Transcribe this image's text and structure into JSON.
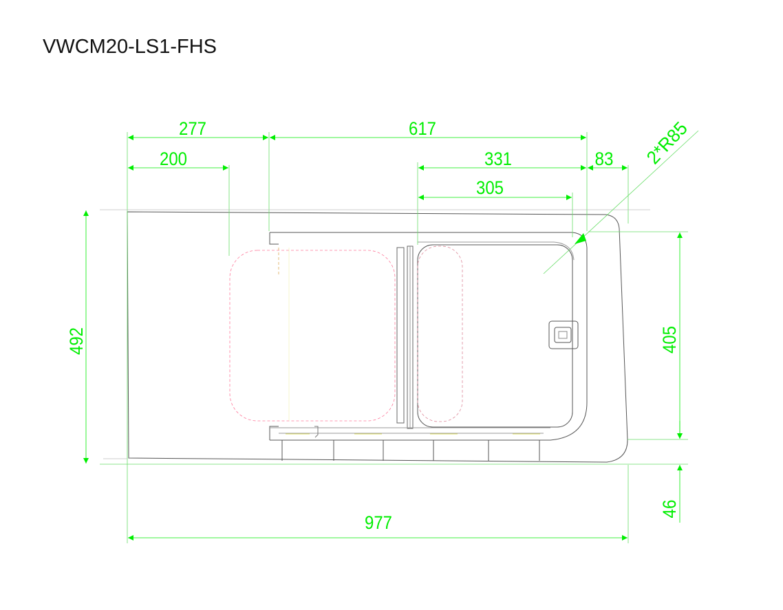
{
  "drawing": {
    "title": "VWCM20-LS1-FHS",
    "colors": {
      "dimension": "#00ee00",
      "outline": "#555555",
      "hidden": "#ff7799",
      "construction": "#999999"
    }
  },
  "dimensions": {
    "d277": "277",
    "d617": "617",
    "d200": "200",
    "d331": "331",
    "d83": "83",
    "d305": "305",
    "radius": "2*R85",
    "d492": "492",
    "d405": "405",
    "d46": "46",
    "d977": "977"
  }
}
